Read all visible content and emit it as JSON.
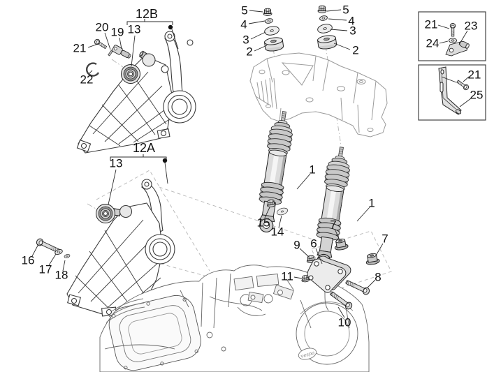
{
  "figure": {
    "background": "#ffffff",
    "line_color": "#2b2b2b",
    "secondary_line_color": "#9a9a9a",
    "label_color": "#111111"
  },
  "emblem": "vespa",
  "callouts": {
    "c12B": "12B",
    "c12A": "12A",
    "c1L": "1",
    "c1R": "1",
    "c2L": "2",
    "c2R": "2",
    "c3L": "3",
    "c3R": "3",
    "c4L": "4",
    "c4R": "4",
    "c5L": "5",
    "c5R": "5",
    "c6": "6",
    "c7L": "7",
    "c7R": "7",
    "c8": "8",
    "c9": "9",
    "c10": "10",
    "c11": "11",
    "c13a": "13",
    "c13b": "13",
    "c14": "14",
    "c15": "15",
    "c16": "16",
    "c17": "17",
    "c18": "18",
    "c19": "19",
    "c20": "20",
    "c21a": "21",
    "c21b": "21",
    "c21c": "21",
    "c22": "22",
    "c23": "23",
    "c24": "24",
    "c25": "25"
  }
}
